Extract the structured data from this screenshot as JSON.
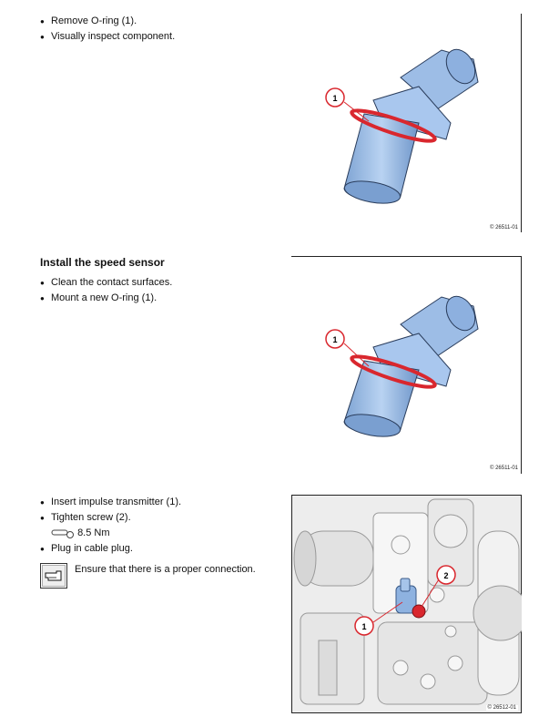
{
  "section1": {
    "bullets": [
      "Remove O-ring (1).",
      "Visually inspect component."
    ],
    "figure": {
      "callout": "1",
      "id": "© 26511-01"
    }
  },
  "section2": {
    "heading": "Install the speed sensor",
    "bullets": [
      "Clean the contact surfaces.",
      "Mount a new O-ring (1)."
    ],
    "figure": {
      "callout": "1",
      "id": "© 26511-01"
    }
  },
  "section3": {
    "bullets": [
      "Insert impulse transmitter (1).",
      "Tighten screw (2).",
      "Plug in cable plug."
    ],
    "torque": {
      "icon": "torque-wrench-icon",
      "value": "8.5 Nm"
    },
    "note": {
      "icon": "pointing-hand-note-icon",
      "text": "Ensure that there is a proper connection."
    },
    "figure": {
      "callouts": [
        "1",
        "2"
      ],
      "id": "© 26512-01"
    }
  }
}
